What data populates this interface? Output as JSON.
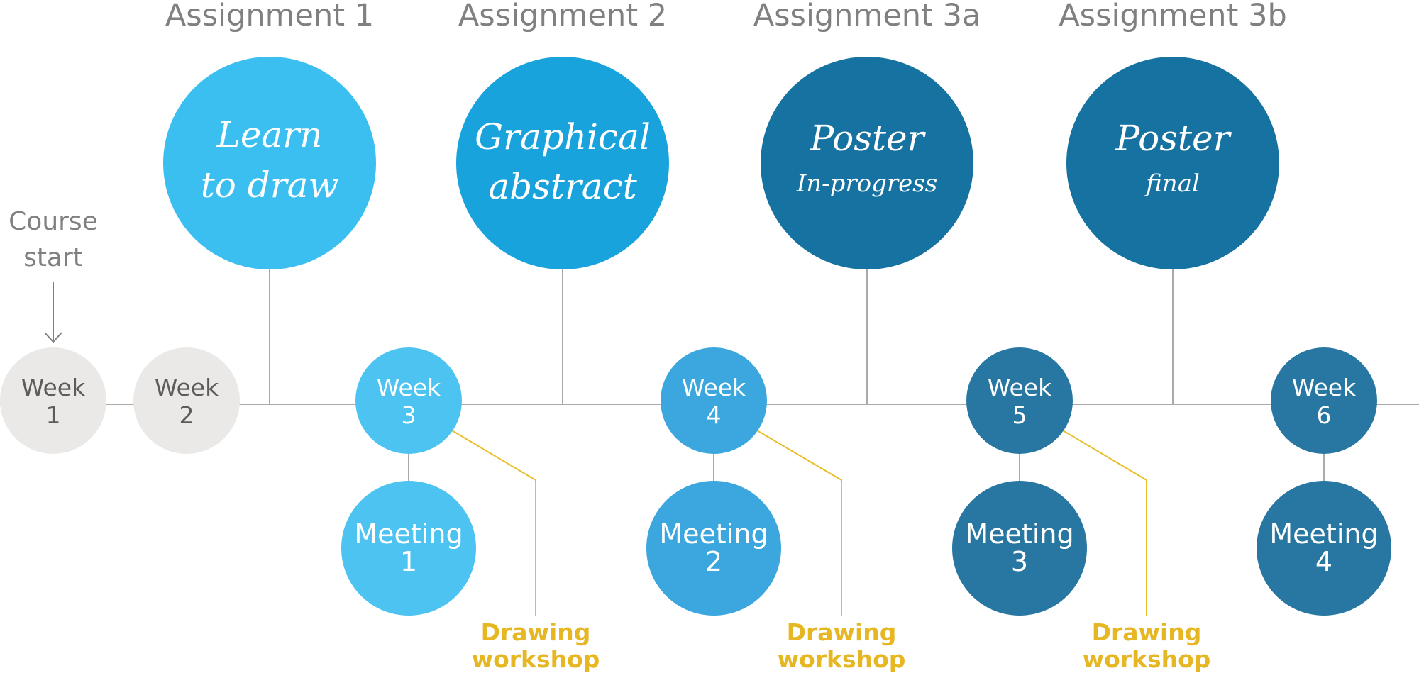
{
  "colors": {
    "title_gray": "#808080",
    "line_gray": "#aaaaaa",
    "week_inactive": "#eae9e7",
    "week_inactive_text": "#5f5b58",
    "workshop_yellow": "#e6b722",
    "assignment_1": "#3bbff0",
    "assignment_2": "#19a3dd",
    "assignment_3": "#1672a0",
    "week_3": "#4cc3f0",
    "week_4": "#3ba7de",
    "week_5_6": "#2877a2"
  },
  "course_start": {
    "line1": "Course",
    "line2": "start",
    "icon": "arrow-down-icon"
  },
  "assignments": [
    {
      "title": "Assignment 1",
      "line1": "Learn",
      "line2": "to draw",
      "color": "#3bbff0"
    },
    {
      "title": "Assignment 2",
      "line1": "Graphical",
      "line2": "abstract",
      "color": "#19a3dd"
    },
    {
      "title": "Assignment 3a",
      "line1": "Poster",
      "line2": "In-progress",
      "color": "#1672a0"
    },
    {
      "title": "Assignment 3b",
      "line1": "Poster",
      "line2": "final",
      "color": "#1672a0"
    }
  ],
  "weeks": [
    {
      "label": "Week",
      "number": "1",
      "color": "#eae9e7",
      "text_color": "#5f5b58"
    },
    {
      "label": "Week",
      "number": "2",
      "color": "#eae9e7",
      "text_color": "#5f5b58"
    },
    {
      "label": "Week",
      "number": "3",
      "color": "#4cc3f0",
      "text_color": "#ffffff"
    },
    {
      "label": "Week",
      "number": "4",
      "color": "#3ba7de",
      "text_color": "#ffffff"
    },
    {
      "label": "Week",
      "number": "5",
      "color": "#2877a2",
      "text_color": "#ffffff"
    },
    {
      "label": "Week",
      "number": "6",
      "color": "#2877a2",
      "text_color": "#ffffff"
    }
  ],
  "meetings": [
    {
      "label": "Meeting",
      "number": "1",
      "week": 3,
      "color": "#4cc3f0"
    },
    {
      "label": "Meeting",
      "number": "2",
      "week": 4,
      "color": "#3ba7de"
    },
    {
      "label": "Meeting",
      "number": "3",
      "week": 5,
      "color": "#2877a2"
    },
    {
      "label": "Meeting",
      "number": "4",
      "week": 6,
      "color": "#2877a2"
    }
  ],
  "workshops": [
    {
      "line1": "Drawing",
      "line2": "workshop",
      "week": 3
    },
    {
      "line1": "Drawing",
      "line2": "workshop",
      "week": 4
    },
    {
      "line1": "Drawing",
      "line2": "workshop",
      "week": 5
    }
  ]
}
